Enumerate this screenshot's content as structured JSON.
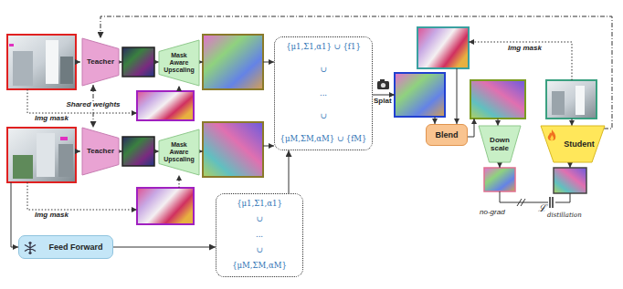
{
  "diagram": {
    "nodes": [
      {
        "text": [
          "Teacher"
        ]
      },
      {
        "text": [
          "Mask Aware Upscaling"
        ]
      },
      {
        "text": [
          "Teacher"
        ]
      },
      {
        "text": [
          "Mask Aware Upscaling"
        ]
      },
      {
        "text": [
          "Feed Forward"
        ]
      },
      {
        "text": [
          "{μ1,Σ1,α1} ∪ {f1}",
          "∪",
          "...",
          "∪",
          "{μM,ΣM,αM} ∪ {fM}"
        ]
      },
      {
        "text": [
          "{μ1,Σ1,α1}",
          "∪",
          "...",
          "∪",
          "{μM,ΣM,αM}"
        ]
      },
      {
        "text": [
          "Blend"
        ]
      },
      {
        "text": [
          "Down scale"
        ]
      },
      {
        "text": [
          "Student"
        ]
      }
    ],
    "edges": [
      {
        "from": 0,
        "to": 2,
        "label": "Shared weights",
        "arrow": "both"
      },
      {
        "from": 9,
        "to": 0,
        "arrow": "to"
      },
      {
        "from": 4,
        "to": 6,
        "arrow": "to"
      },
      {
        "from": 6,
        "to": 5,
        "arrow": "to"
      }
    ],
    "labels": [
      "Img mask",
      "Img mask",
      "Img mask",
      "Splat",
      "no-grad",
      "ℒ",
      "distillation"
    ]
  }
}
